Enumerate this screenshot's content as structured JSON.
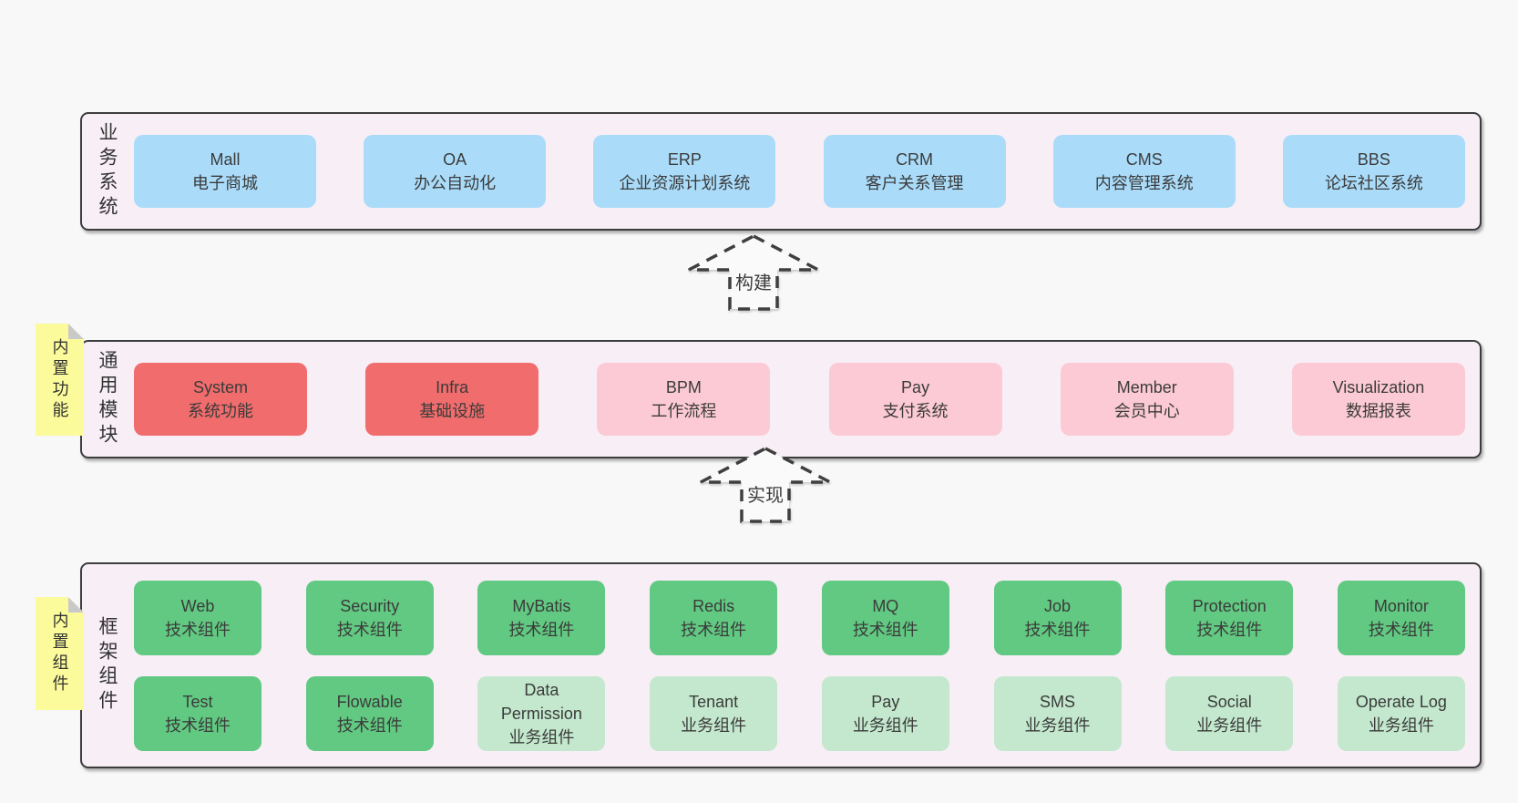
{
  "diagram": {
    "arrows": [
      {
        "label": "构建"
      },
      {
        "label": "实现"
      }
    ],
    "layers": [
      {
        "label": "业务系统",
        "rows": [
          [
            {
              "title": "Mall",
              "subtitle": "电子商城",
              "color": "blue"
            },
            {
              "title": "OA",
              "subtitle": "办公自动化",
              "color": "blue"
            },
            {
              "title": "ERP",
              "subtitle": "企业资源计划系统",
              "color": "blue"
            },
            {
              "title": "CRM",
              "subtitle": "客户关系管理",
              "color": "blue"
            },
            {
              "title": "CMS",
              "subtitle": "内容管理系统",
              "color": "blue"
            },
            {
              "title": "BBS",
              "subtitle": "论坛社区系统",
              "color": "blue"
            }
          ]
        ]
      },
      {
        "label": "通用模块",
        "note": "内置功能",
        "rows": [
          [
            {
              "title": "System",
              "subtitle": "系统功能",
              "color": "red"
            },
            {
              "title": "Infra",
              "subtitle": "基础设施",
              "color": "red"
            },
            {
              "title": "BPM",
              "subtitle": "工作流程",
              "color": "pink"
            },
            {
              "title": "Pay",
              "subtitle": "支付系统",
              "color": "pink"
            },
            {
              "title": "Member",
              "subtitle": "会员中心",
              "color": "pink"
            },
            {
              "title": "Visualization",
              "subtitle": "数据报表",
              "color": "pink"
            }
          ]
        ]
      },
      {
        "label": "框架组件",
        "note": "内置组件",
        "rows": [
          [
            {
              "title": "Web",
              "subtitle": "技术组件",
              "color": "green"
            },
            {
              "title": "Security",
              "subtitle": "技术组件",
              "color": "green"
            },
            {
              "title": "MyBatis",
              "subtitle": "技术组件",
              "color": "green"
            },
            {
              "title": "Redis",
              "subtitle": "技术组件",
              "color": "green"
            },
            {
              "title": "MQ",
              "subtitle": "技术组件",
              "color": "green"
            },
            {
              "title": "Job",
              "subtitle": "技术组件",
              "color": "green"
            },
            {
              "title": "Protection",
              "subtitle": "技术组件",
              "color": "green"
            },
            {
              "title": "Monitor",
              "subtitle": "技术组件",
              "color": "green"
            }
          ],
          [
            {
              "title": "Test",
              "subtitle": "技术组件",
              "color": "green"
            },
            {
              "title": "Flowable",
              "subtitle": "技术组件",
              "color": "green"
            },
            {
              "title": "Data Permission",
              "subtitle": "业务组件",
              "color": "lightgreen"
            },
            {
              "title": "Tenant",
              "subtitle": "业务组件",
              "color": "lightgreen"
            },
            {
              "title": "Pay",
              "subtitle": "业务组件",
              "color": "lightgreen"
            },
            {
              "title": "SMS",
              "subtitle": "业务组件",
              "color": "lightgreen"
            },
            {
              "title": "Social",
              "subtitle": "业务组件",
              "color": "lightgreen"
            },
            {
              "title": "Operate Log",
              "subtitle": "业务组件",
              "color": "lightgreen"
            }
          ]
        ]
      }
    ],
    "palette": {
      "blue": "#aadcfa",
      "red": "#f16c6c",
      "pink": "#fccad4",
      "green": "#61c981",
      "lightgreen": "#c3e8cd",
      "note_yellow": "#fbfb9b",
      "fold_gray": "#c9c9c9",
      "container_bg": "#f8eef6",
      "border": "#3d3d3d"
    }
  }
}
